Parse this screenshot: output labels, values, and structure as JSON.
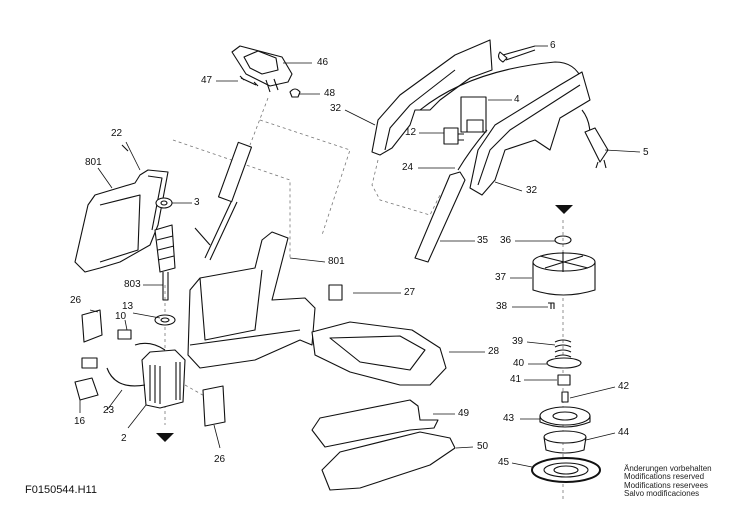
{
  "document": {
    "id": "F0150544.H11",
    "notice": [
      "Änderungen vorbehalten",
      "Modifications reserved",
      "Modifications reservees",
      "Salvo modificaciones"
    ]
  },
  "parts": [
    {
      "key": "p46",
      "label": "46"
    },
    {
      "key": "p47",
      "label": "47"
    },
    {
      "key": "p48",
      "label": "48"
    },
    {
      "key": "p6",
      "label": "6"
    },
    {
      "key": "p4",
      "label": "4"
    },
    {
      "key": "p32a",
      "label": "32"
    },
    {
      "key": "p12",
      "label": "12"
    },
    {
      "key": "p22",
      "label": "22"
    },
    {
      "key": "p801a",
      "label": "801"
    },
    {
      "key": "p3",
      "label": "3"
    },
    {
      "key": "p24",
      "label": "24"
    },
    {
      "key": "p5",
      "label": "5"
    },
    {
      "key": "p32b",
      "label": "32"
    },
    {
      "key": "p36",
      "label": "36"
    },
    {
      "key": "p35",
      "label": "35"
    },
    {
      "key": "p801b",
      "label": "801"
    },
    {
      "key": "p803",
      "label": "803"
    },
    {
      "key": "p37",
      "label": "37"
    },
    {
      "key": "p27",
      "label": "27"
    },
    {
      "key": "p26a",
      "label": "26"
    },
    {
      "key": "p13",
      "label": "13"
    },
    {
      "key": "p10",
      "label": "10"
    },
    {
      "key": "p38",
      "label": "38"
    },
    {
      "key": "p39",
      "label": "39"
    },
    {
      "key": "p28",
      "label": "28"
    },
    {
      "key": "p40",
      "label": "40"
    },
    {
      "key": "p41",
      "label": "41"
    },
    {
      "key": "p42",
      "label": "42"
    },
    {
      "key": "p23",
      "label": "23"
    },
    {
      "key": "p16",
      "label": "16"
    },
    {
      "key": "p2",
      "label": "2"
    },
    {
      "key": "p49",
      "label": "49"
    },
    {
      "key": "p43",
      "label": "43"
    },
    {
      "key": "p44",
      "label": "44"
    },
    {
      "key": "p26b",
      "label": "26"
    },
    {
      "key": "p50",
      "label": "50"
    },
    {
      "key": "p45",
      "label": "45"
    }
  ]
}
